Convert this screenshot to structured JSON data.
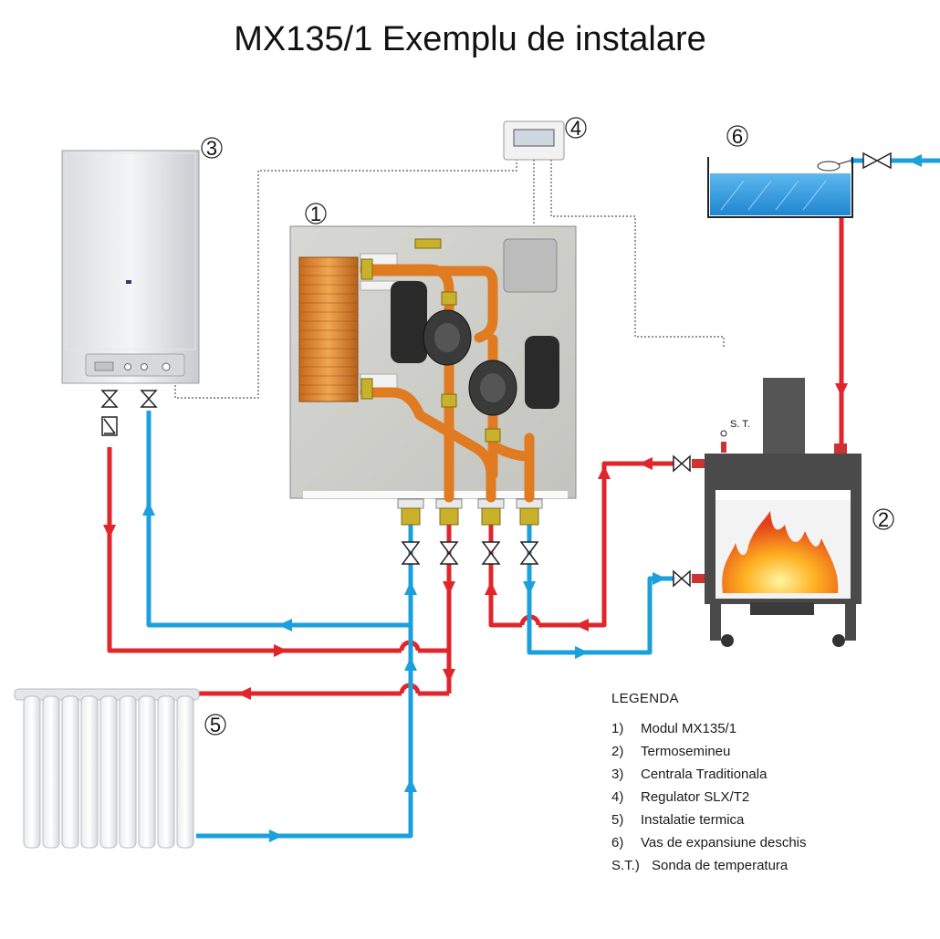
{
  "title": "MX135/1 Exemplu de instalare",
  "labels": {
    "module": "1",
    "fireplace": "2",
    "boiler": "3",
    "regulator": "4",
    "radiator": "5",
    "tank": "6",
    "sensor": "S. T."
  },
  "regulator_display": "",
  "legend": {
    "title": "LEGENDA",
    "items": [
      {
        "key": "1)",
        "text": "Modul MX135/1"
      },
      {
        "key": "2)",
        "text": "Termosemineu"
      },
      {
        "key": "3)",
        "text": "Centrala  Traditionala"
      },
      {
        "key": "4)",
        "text": "Regulator SLX/T2"
      },
      {
        "key": "5)",
        "text": "Instalatie termica"
      },
      {
        "key": "6)",
        "text": "Vas de expansiune deschis"
      },
      {
        "key": "S.T.)",
        "text": "Sonda de temperatura"
      }
    ]
  },
  "colors": {
    "hot": "#e0262b",
    "cold": "#1aa0dc",
    "pipe_orange": "#e07b22",
    "water": "#3aa0e0"
  }
}
